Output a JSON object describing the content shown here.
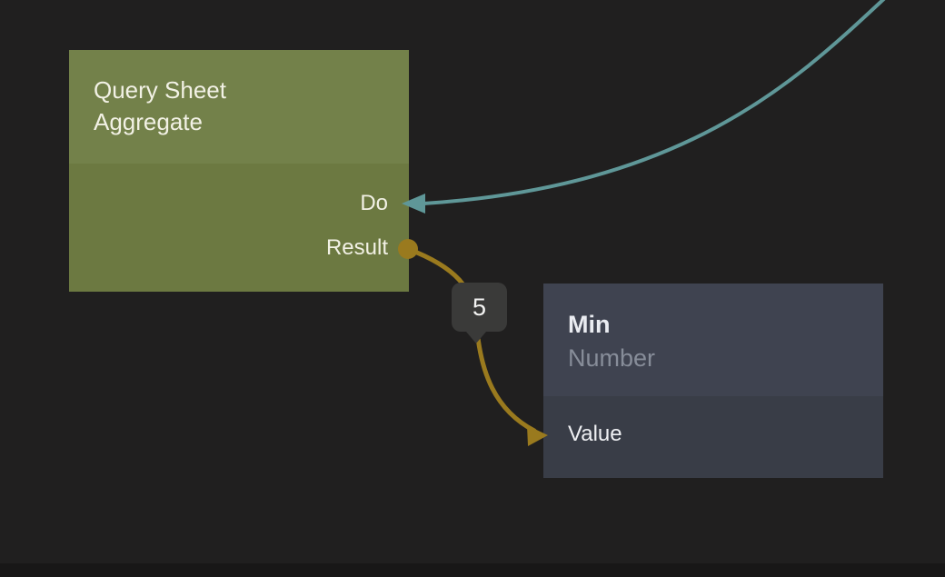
{
  "canvas": {
    "background": "#201F1F",
    "bottom_band_color": "#181717"
  },
  "nodes": [
    {
      "id": "query-sheet-aggregate",
      "title": "Query Sheet Aggregate",
      "header_color": "#73814A",
      "body_color": "#6C7941",
      "ports": [
        {
          "name": "Do",
          "side": "right",
          "kind": "exec-input"
        },
        {
          "name": "Result",
          "side": "right",
          "kind": "data-output"
        }
      ]
    },
    {
      "id": "min",
      "title": "Min",
      "subtitle": "Number",
      "header_color": "#3F4350",
      "body_color": "#393D47",
      "ports": [
        {
          "name": "Value",
          "side": "left",
          "kind": "data-input"
        }
      ]
    }
  ],
  "wires": [
    {
      "id": "exec-wire",
      "color": "#5F9798",
      "from": "off-screen top-right",
      "to": "Query Sheet Aggregate.Do"
    },
    {
      "id": "result-wire",
      "color": "#9A7A1E",
      "from": "Query Sheet Aggregate.Result",
      "to": "Min.Value",
      "value_badge": "5"
    }
  ],
  "badge": {
    "label": "5",
    "bg": "#3A3A39",
    "text_color": "#F3F3F2"
  }
}
